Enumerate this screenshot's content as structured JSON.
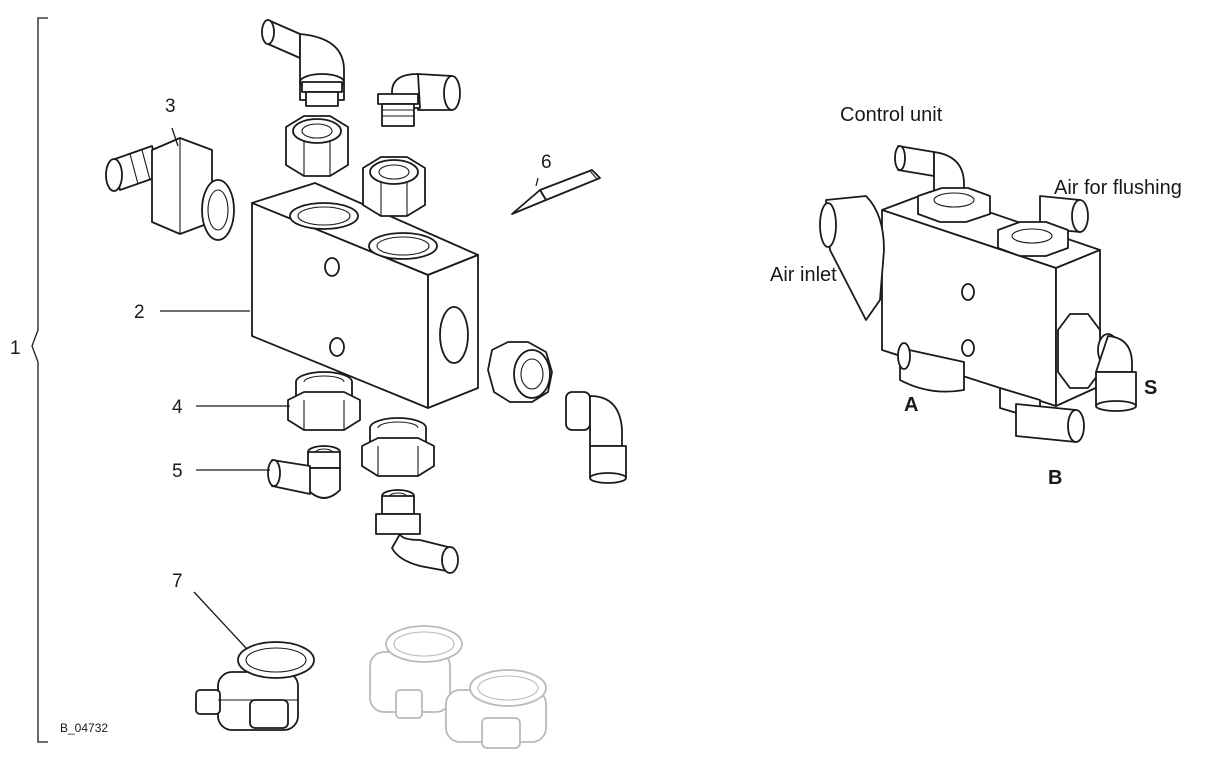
{
  "callouts": {
    "item_1": "1",
    "item_2": "2",
    "item_3": "3",
    "item_4": "4",
    "item_5": "5",
    "item_6": "6",
    "item_7": "7"
  },
  "assembly_labels": {
    "control_unit": "Control unit",
    "air_for_flushing": "Air for flushing",
    "air_inlet": "Air inlet",
    "port_a": "A",
    "port_b": "B",
    "port_s": "S"
  },
  "drawing_code": "B_04732"
}
